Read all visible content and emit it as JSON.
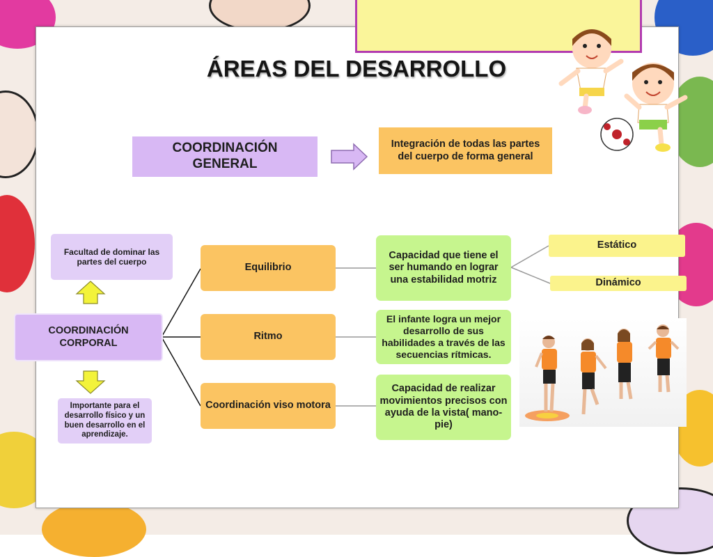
{
  "slide": {
    "title": "ÁREAS DEL DESARROLLO"
  },
  "general": {
    "label": "COORDINACIÓN GENERAL",
    "description": "Integración de todas las partes del cuerpo  de forma general"
  },
  "corporal": {
    "label": "COORDINACIÓN CORPORAL",
    "above_note": "Facultad de dominar las partes del cuerpo",
    "below_note": "Importante para el desarrollo físico  y un buen  desarrollo en el aprendizaje."
  },
  "branches": [
    {
      "label": "Equilibrio",
      "description": "Capacidad que tiene el ser humando  en lograr una estabilidad motriz",
      "subtypes": [
        "Estático",
        "Dinámico"
      ]
    },
    {
      "label": "Ritmo",
      "description": "El infante logra  un mejor desarrollo de sus habilidades a través de las secuencias rítmicas."
    },
    {
      "label": "Coordinación viso motora",
      "description": "Capacidad de realizar movimientos precisos con ayuda de la vista( mano-pie)"
    }
  ],
  "colors": {
    "violet": "#d8b8f4",
    "orange": "#fbc462",
    "green": "#c6f58e",
    "yellow": "#fbf38c",
    "arrow_yellow": "#f3f33a",
    "note_border": "#b23bb0"
  },
  "icons": {
    "cartoon_kids": "cartoon-kids-with-ball",
    "photo": "children-balancing-photo"
  }
}
